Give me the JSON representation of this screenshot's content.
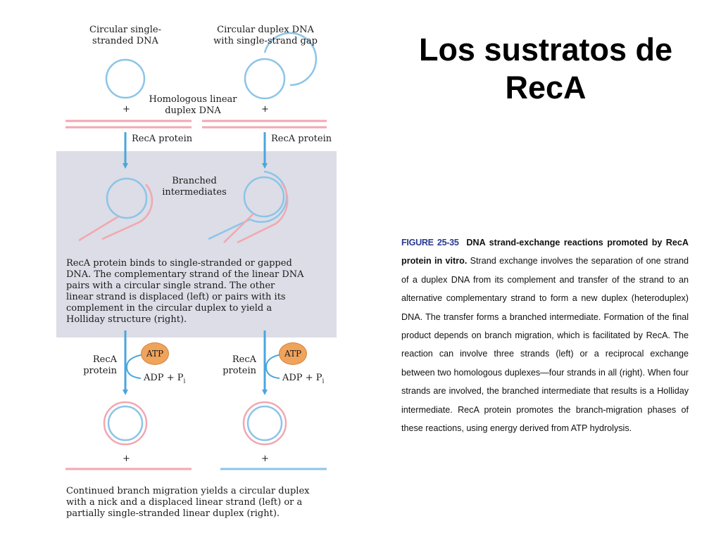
{
  "title": "Los sustratos de\nRecA",
  "diagram": {
    "label_circular_single": "Circular single-\nstranded DNA",
    "label_circular_duplex": "Circular duplex DNA\nwith single-strand gap",
    "label_homologous": "Homologous linear\nduplex DNA",
    "plus": "+",
    "reca_protein": "RecA protein",
    "branched": "Branched\nintermediates",
    "middle_text": "RecA protein binds to single-stranded or gapped\nDNA.  The complementary strand of the linear DNA\npairs with a circular single strand. The other\nlinear strand is displaced (left) or pairs with its\ncomplement in the circular duplex to yield a\nHolliday structure (right).",
    "reca_stack": "RecA\nprotein",
    "atp": "ATP",
    "adp": "ADP + P",
    "adp_sub": "i",
    "bottom_text": "Continued branch migration yields a circular duplex\nwith a nick and a displaced linear strand (left) or a\npartially single-stranded linear duplex (right)."
  },
  "caption": {
    "figure_number": "FIGURE 25-35",
    "bold_title": "DNA strand-exchange reactions promoted by RecA protein in vitro.",
    "body": "Strand exchange involves the separation of one strand of a duplex DNA from its complement and transfer of the strand to an alternative complementary strand to form a new duplex (heteroduplex) DNA. The transfer forms a branched intermediate. Formation of the final product depends on branch migration, which is facilitated by RecA. The reaction can involve three strands (left) or a reciprocal exchange between two homologous duplexes—four strands in all (right). When four strands are involved, the branched intermediate that results is a Holliday intermediate. RecA protein promotes the branch-migration phases of these reactions, using energy derived from ATP hydrolysis."
  },
  "colors": {
    "blue": "#8cc4e8",
    "pink": "#f2a7b0",
    "arrow": "#4aa6dc",
    "shade": "#dcdde6",
    "atp": "#f0a35a"
  }
}
